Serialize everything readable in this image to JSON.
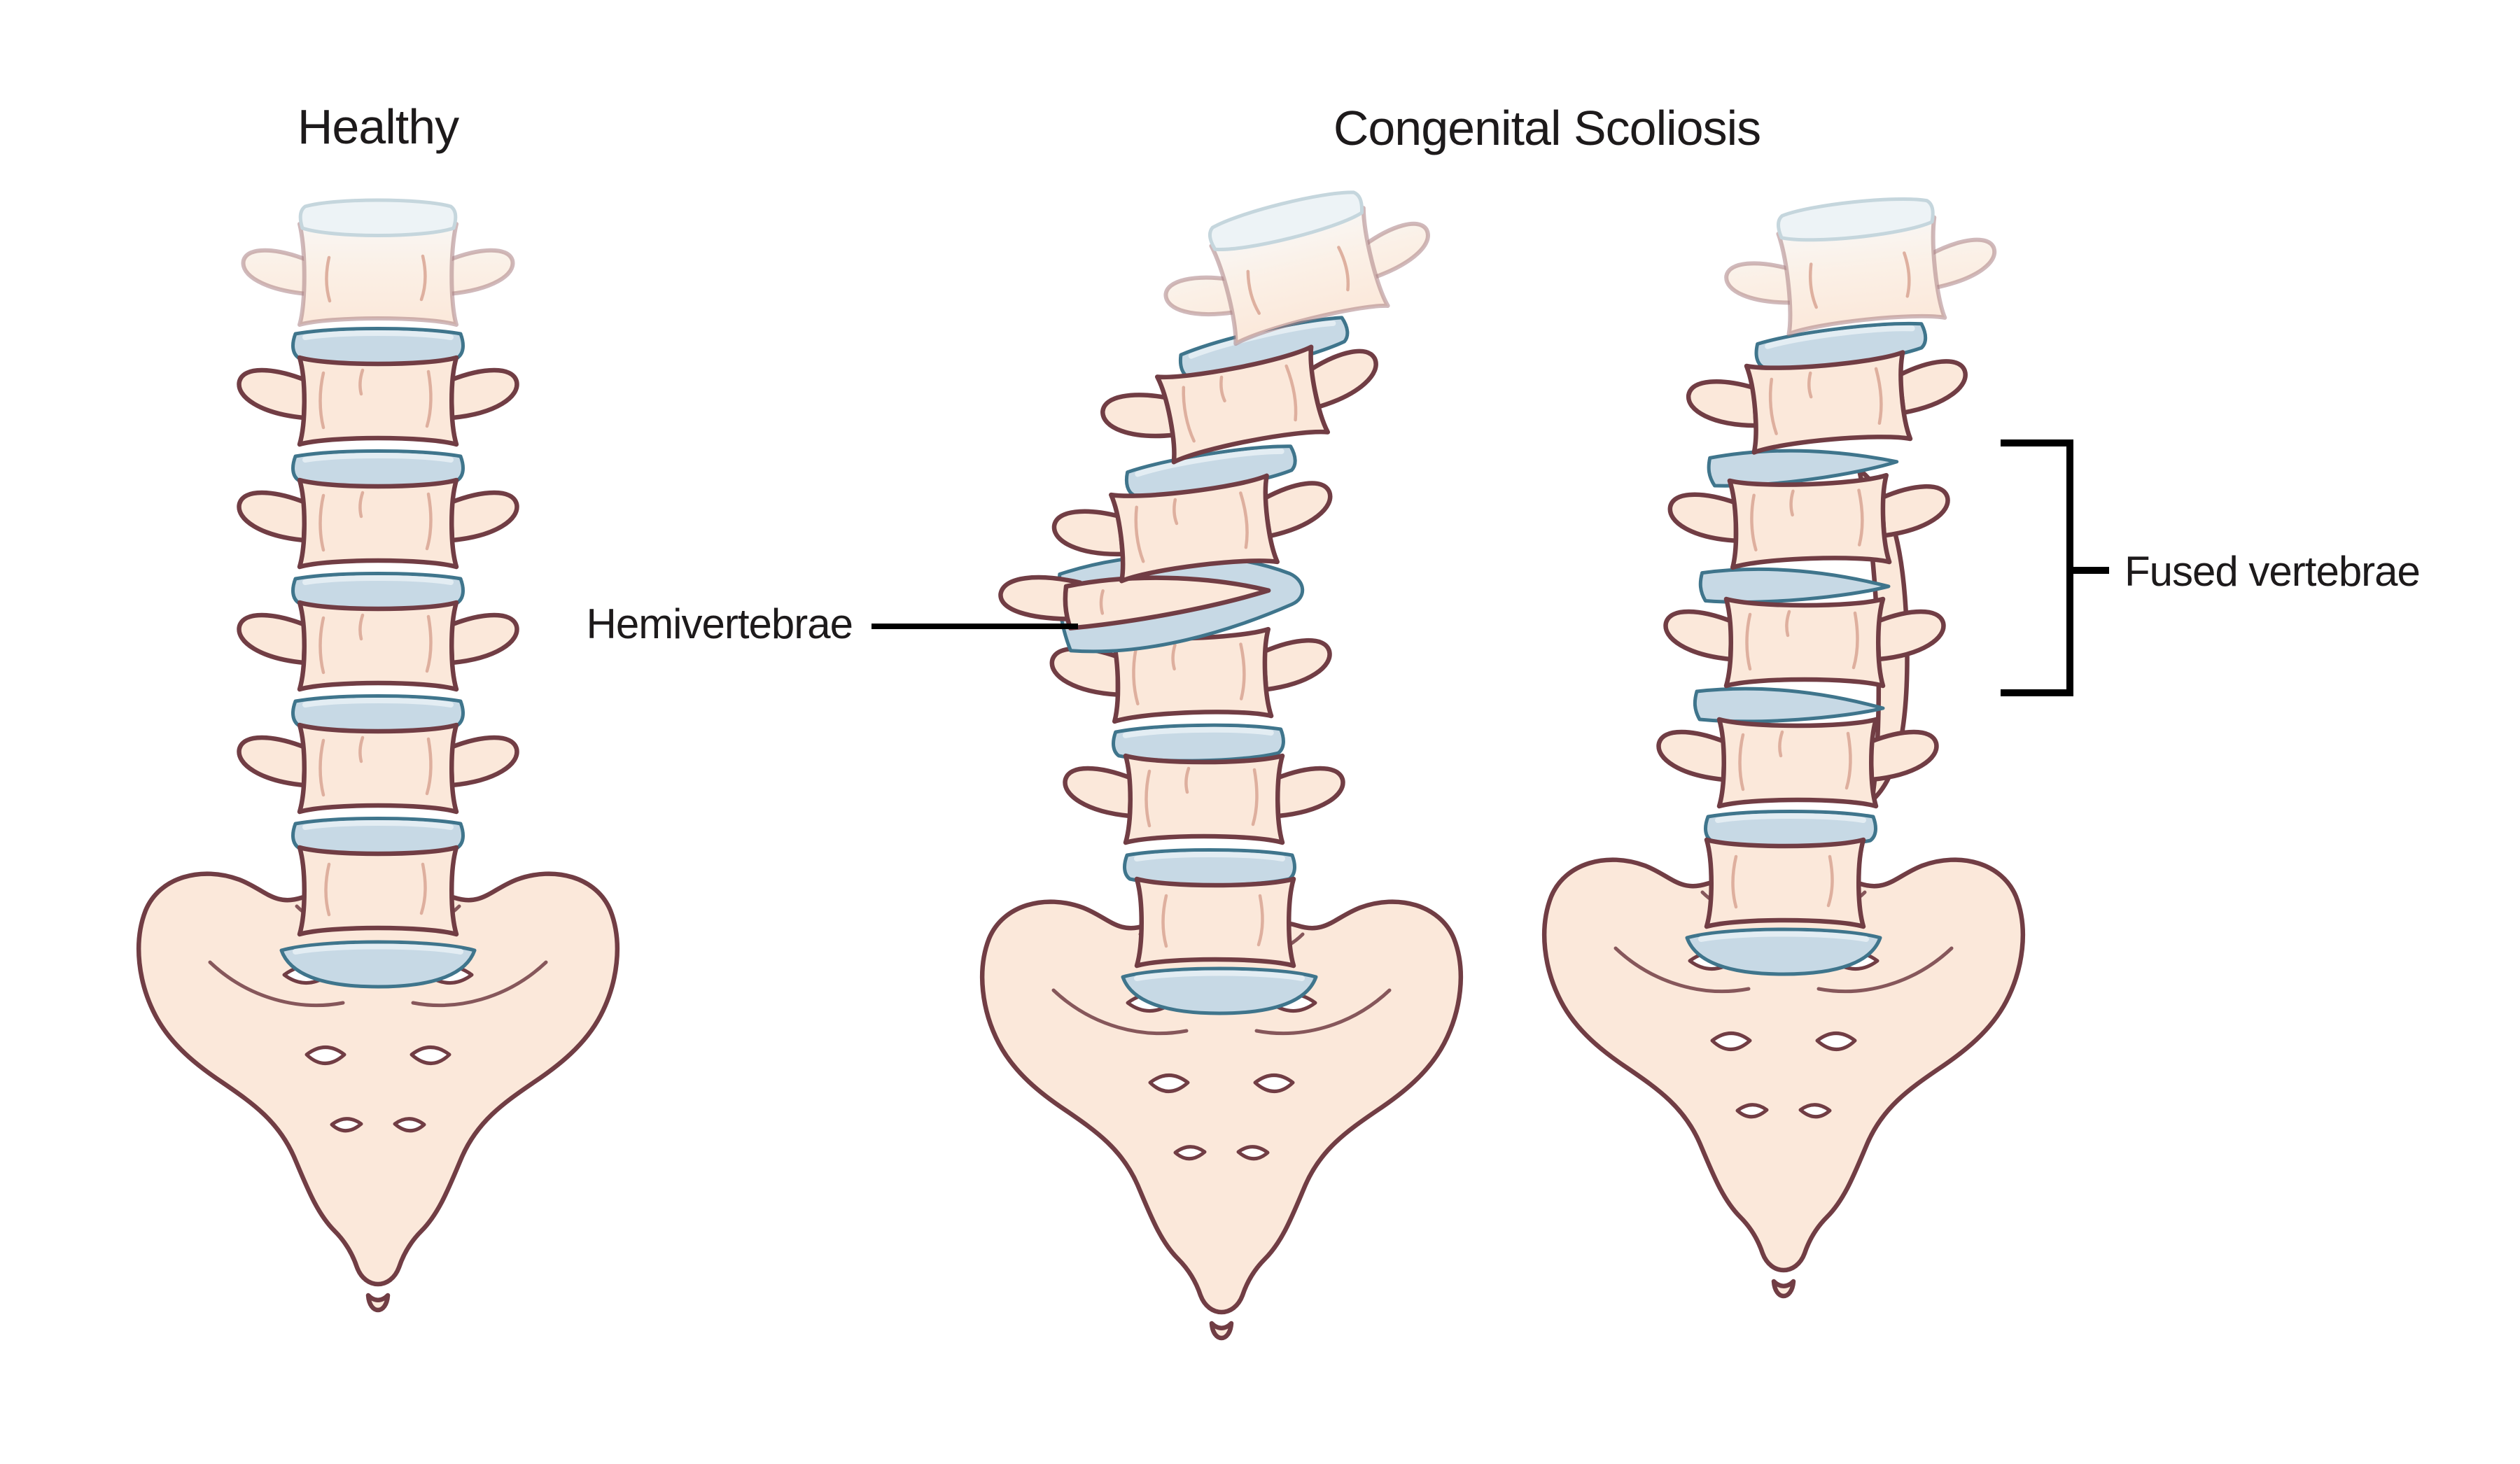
{
  "titles": {
    "healthy": "Healthy",
    "congenital": "Congenital Scoliosis"
  },
  "labels": {
    "hemivertebrae": "Hemivertebrae",
    "fused_vertebrae": "Fused vertebrae"
  },
  "colors": {
    "background": "#ffffff",
    "bone-fill": "#fbe8da",
    "bone-outline": "#713d44",
    "bone-shade": "#d8a493",
    "disc-fill": "#c7d9e5",
    "disc-outline": "#3f758c",
    "disc-highlight": "#e6eef4",
    "cap-fill": "#edf3f6",
    "cap-stroke": "#c5d6dd",
    "fade-stroke": "#a97f84",
    "text": "#1d1a1b",
    "anno": "#000000"
  }
}
